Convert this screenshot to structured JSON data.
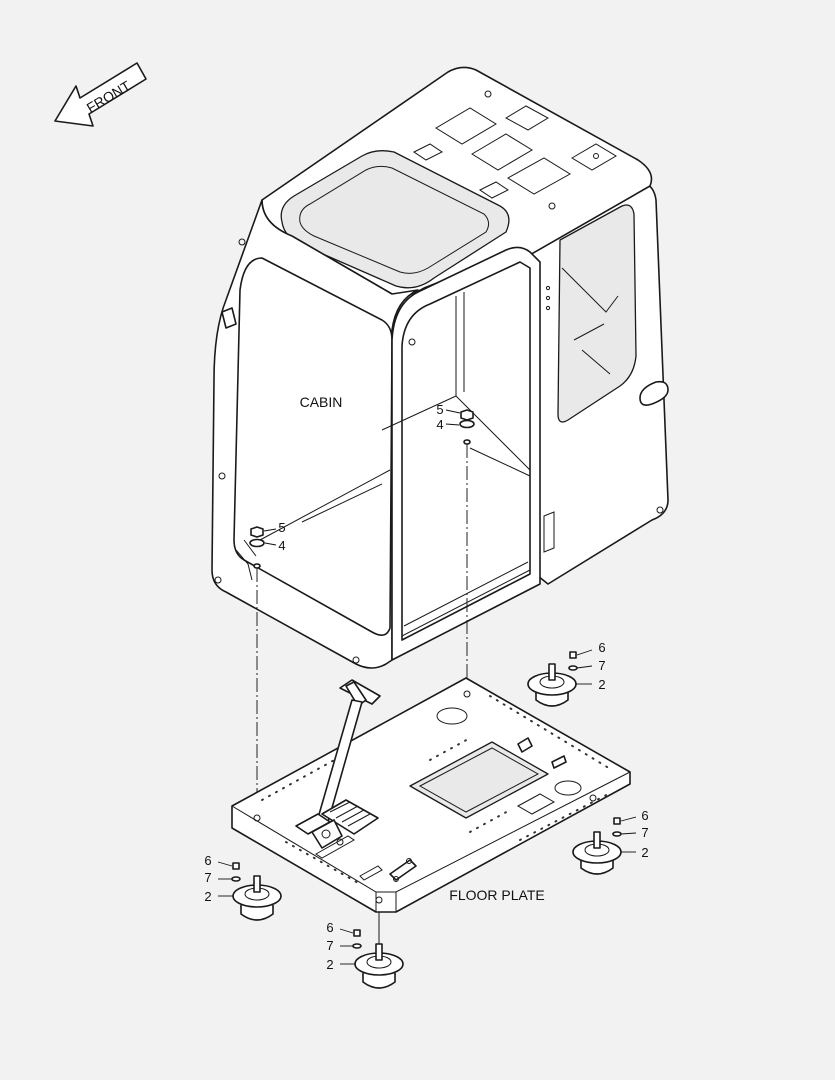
{
  "direction": {
    "label": "FRONT"
  },
  "assemblies": [
    {
      "key": "cabin",
      "label": "CABIN"
    },
    {
      "key": "floor",
      "label": "FLOOR PLATE"
    }
  ],
  "callouts": {
    "cabin_rear": [
      {
        "num": "5"
      },
      {
        "num": "4"
      }
    ],
    "cabin_front": [
      {
        "num": "5"
      },
      {
        "num": "4"
      }
    ],
    "mount_rear": [
      {
        "num": "6"
      },
      {
        "num": "7"
      },
      {
        "num": "2"
      }
    ],
    "mount_right": [
      {
        "num": "6"
      },
      {
        "num": "7"
      },
      {
        "num": "2"
      }
    ],
    "mount_left": [
      {
        "num": "6"
      },
      {
        "num": "7"
      },
      {
        "num": "2"
      }
    ],
    "mount_front": [
      {
        "num": "6"
      },
      {
        "num": "7"
      },
      {
        "num": "2"
      }
    ]
  },
  "colors": {
    "line": "#1a1a1a",
    "background": "#f2f2f2",
    "part_fill": "#ffffff"
  }
}
